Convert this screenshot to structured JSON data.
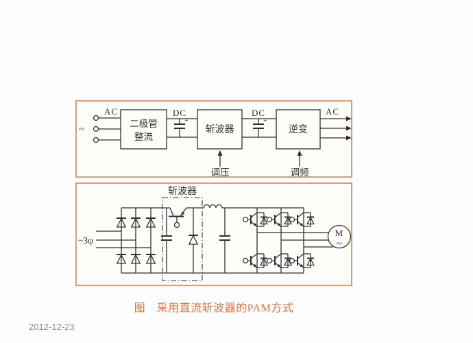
{
  "slide": {
    "caption": "图　采用直流斩波器的PAM方式",
    "date": "2012-12-23"
  },
  "colors": {
    "frame_border": "#e49b74",
    "caption_text": "#e4703c",
    "circuit_line": "#2f2f2f",
    "date_text": "#8b8b8f"
  },
  "block_diagram": {
    "ac_in": "AC",
    "source_tilde": "~",
    "rectifier_line1": "二极管",
    "rectifier_line2": "整流",
    "dc_left": "DC",
    "plus_left": "+",
    "chopper": "斩波器",
    "dc_right": "DC",
    "plus_right": "+",
    "inverter": "逆变",
    "ac_out": "AC",
    "voltage_control": "调压",
    "frequency_control": "调频"
  },
  "circuit": {
    "chopper_label": "斩波器",
    "supply_label": "~3φ",
    "motor_letter": "M",
    "motor_tilde": "~"
  }
}
